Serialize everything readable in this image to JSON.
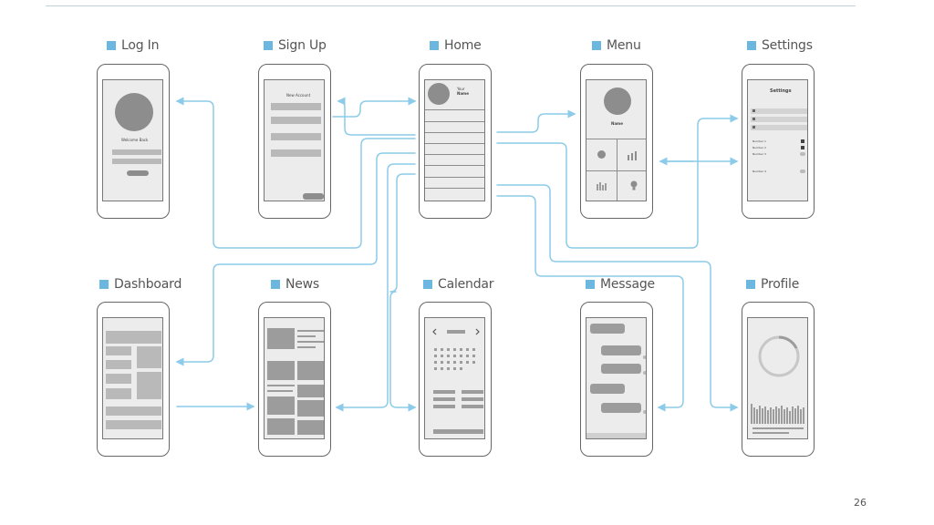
{
  "colors": {
    "accent": "#6cb7e0",
    "arrow": "#8ccbe9",
    "wire": "#b9b9b9"
  },
  "page_number": "26",
  "screens": [
    {
      "id": "login",
      "label": "Log In"
    },
    {
      "id": "signup",
      "label": "Sign Up"
    },
    {
      "id": "home",
      "label": "Home"
    },
    {
      "id": "menu",
      "label": "Menu"
    },
    {
      "id": "settings",
      "label": "Settings"
    },
    {
      "id": "dashboard",
      "label": "Dashboard"
    },
    {
      "id": "news",
      "label": "News"
    },
    {
      "id": "calendar",
      "label": "Calendar"
    },
    {
      "id": "message",
      "label": "Message"
    },
    {
      "id": "profile",
      "label": "Profile"
    }
  ],
  "mockup_text": {
    "login_welcome": "Welcome Back",
    "signup_title": "New Account",
    "home_your": "Your",
    "home_name": "Name",
    "menu_name": "Name",
    "settings_title": "Settings",
    "settings_items": [
      "Number 1",
      "Number 2",
      "Number 3",
      "Number 4"
    ]
  }
}
